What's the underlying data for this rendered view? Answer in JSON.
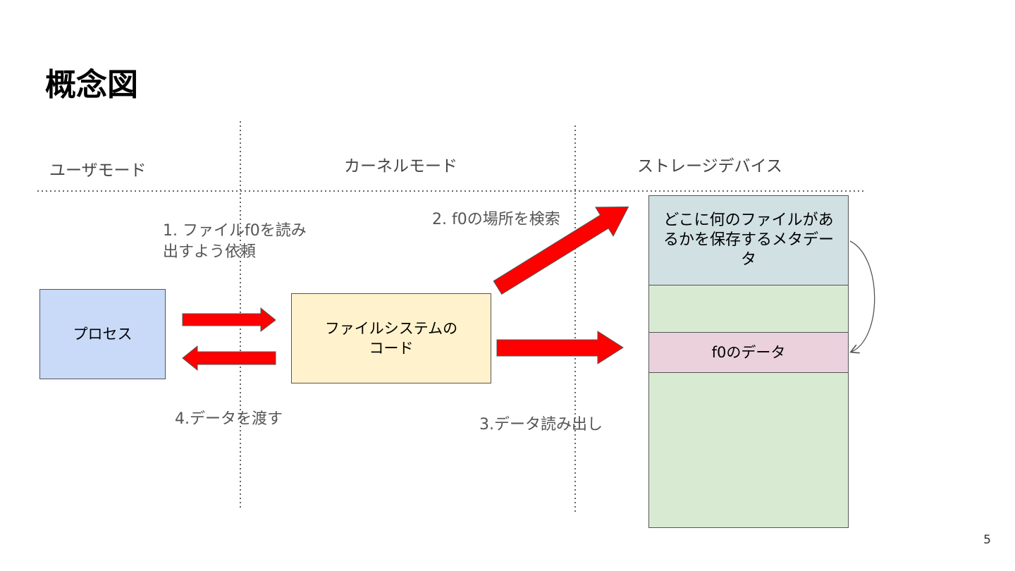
{
  "slide": {
    "title": "概念図",
    "page_number": "5"
  },
  "modes": {
    "user": "ユーザモード",
    "kernel": "カーネルモード",
    "storage": "ストレージデバイス"
  },
  "boxes": {
    "process": "プロセス",
    "filesystem": "ファイルシステムの\nコード",
    "metadata": "どこに何のファイルがあるかを保存するメタデータ",
    "f0_data": "f0のデータ"
  },
  "steps": {
    "step1": "1. ファイルf0を読み\n出すよう依頼",
    "step2": "2. f0の場所を検索",
    "step3": "3.データ読み出し",
    "step4": "4.データを渡す"
  },
  "colors": {
    "arrow": "#ff0000",
    "process_fill": "#c9daf8",
    "filesystem_fill": "#fff2cc",
    "metadata_fill": "#d0e0e3",
    "storage_fill": "#d9ead3",
    "f0_fill": "#ead1dc"
  }
}
